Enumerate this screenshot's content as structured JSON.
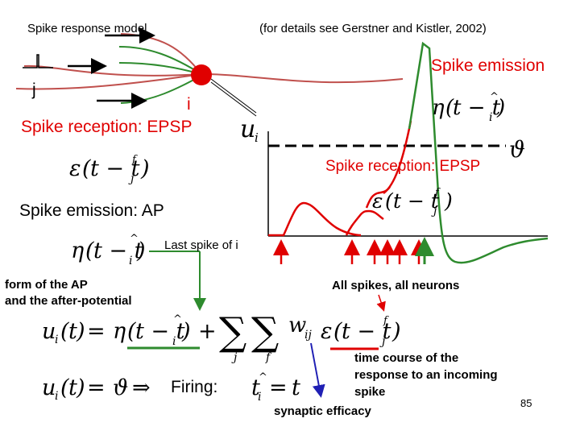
{
  "header": {
    "title": "Spike response model",
    "reference": "(for details see Gerstner and Kistler, 2002)"
  },
  "neuron": {
    "label_j": "j",
    "label_i": "i"
  },
  "labels": {
    "spike_emission_right": "Spike emission",
    "spike_reception_left": "Spike reception: EPSP",
    "spike_reception_right": "Spike reception: EPSP",
    "spike_emission_ap": "Spike emission: AP",
    "last_spike": "Last spike of i",
    "form_ap_line1": "form of the AP",
    "form_ap_line2": "and the after-potential",
    "all_spikes": "All spikes, all neurons",
    "time_course_line1": "time course of the",
    "time_course_line2": "response to an incoming",
    "time_course_line3": "spike",
    "synaptic_efficacy": "synaptic efficacy",
    "firing": "Firing:",
    "page_number": "85"
  },
  "colors": {
    "axon": "#c0504d",
    "dendrite": "#2e8b2e",
    "soma": "#e00000",
    "epsp": "#e00000",
    "ap": "#2e8b2e",
    "underline_green": "#2e8b2e",
    "underline_red": "#e00000",
    "arrow_blue": "#1f1fb4"
  }
}
